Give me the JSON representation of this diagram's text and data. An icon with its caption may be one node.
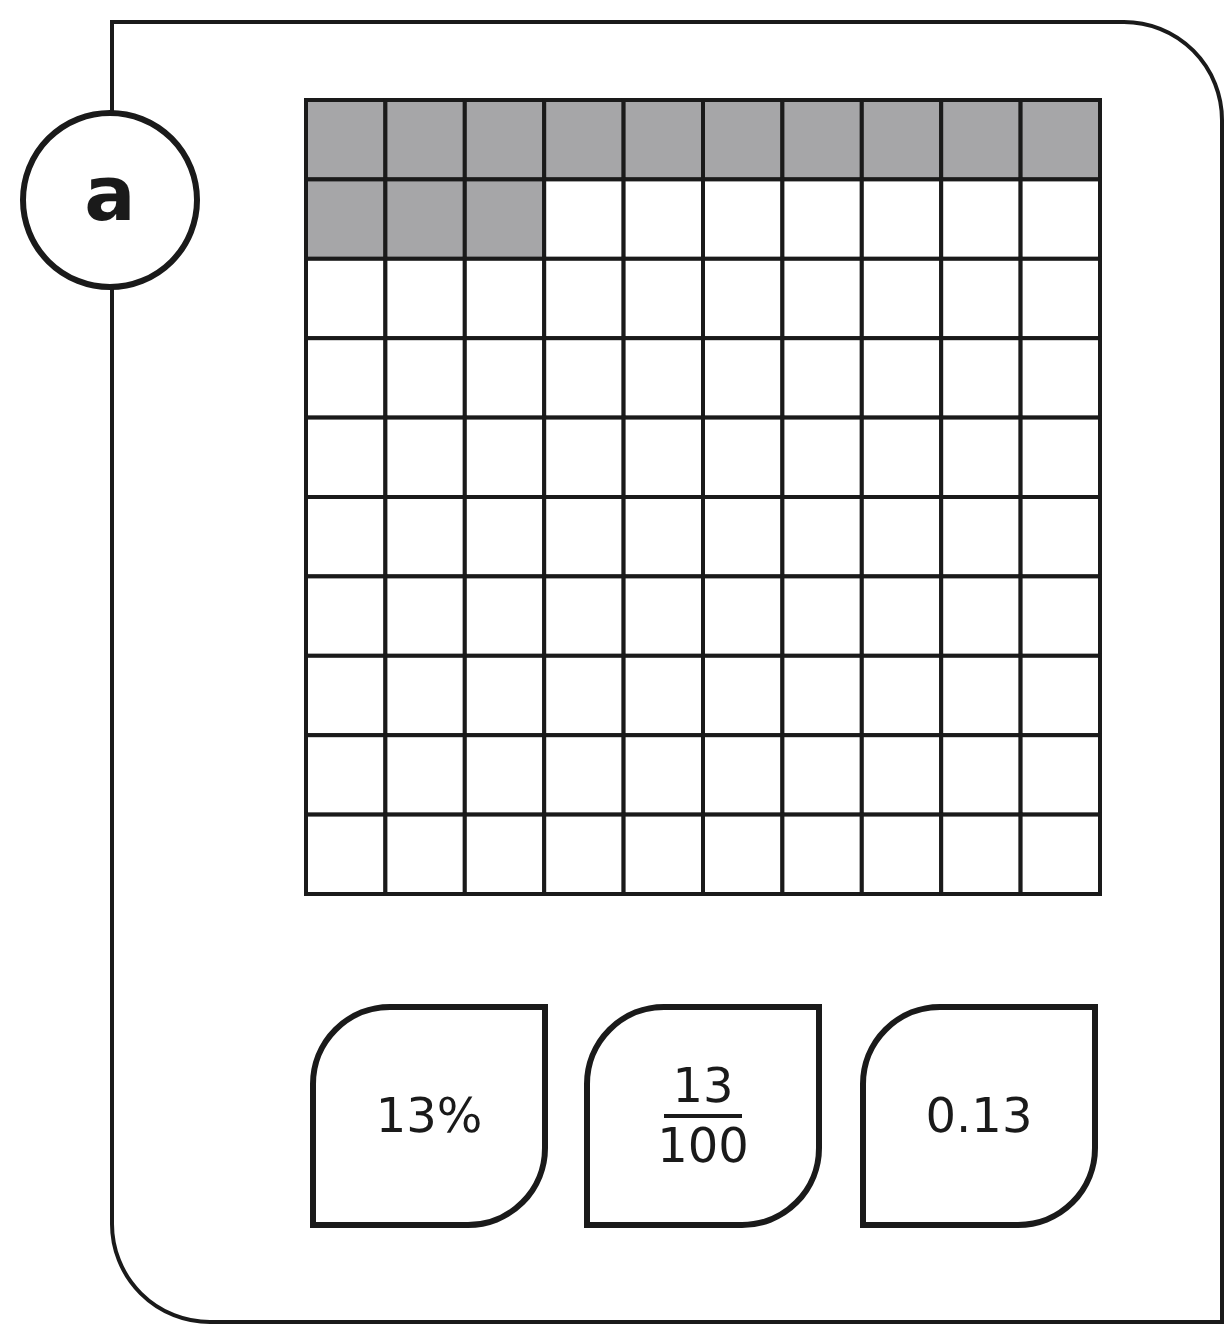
{
  "diagram": {
    "nodes": [
      {
        "text": [],
        "shape": "box"
      },
      {
        "text": [
          "a"
        ]
      },
      {
        "text": [
          "13%"
        ],
        "in": 0
      },
      {
        "text": [
          "13",
          "100"
        ],
        "in": 0
      },
      {
        "text": [
          "0.13"
        ],
        "in": 0
      }
    ]
  }
}
